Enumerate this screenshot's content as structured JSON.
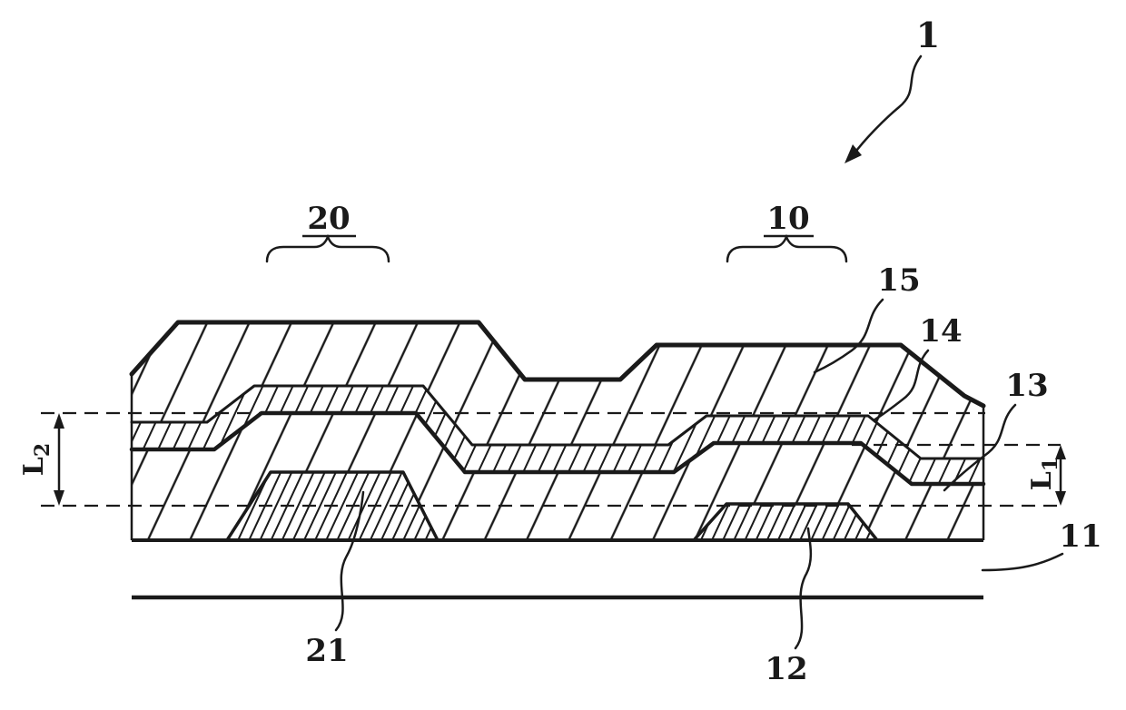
{
  "figure": {
    "reference_labels": {
      "device": "1",
      "region_left": "20",
      "region_right": "10",
      "layer_top": "15",
      "layer_mid": "14",
      "layer_insulator": "13",
      "substrate": "11",
      "electrode_right": "12",
      "electrode_left": "21"
    },
    "dimensions": {
      "l1_base": "L",
      "l1_sub": "1",
      "l2_base": "L",
      "l2_sub": "2"
    },
    "colors": {
      "ink": "#1a1a1a",
      "background": "#ffffff"
    }
  }
}
